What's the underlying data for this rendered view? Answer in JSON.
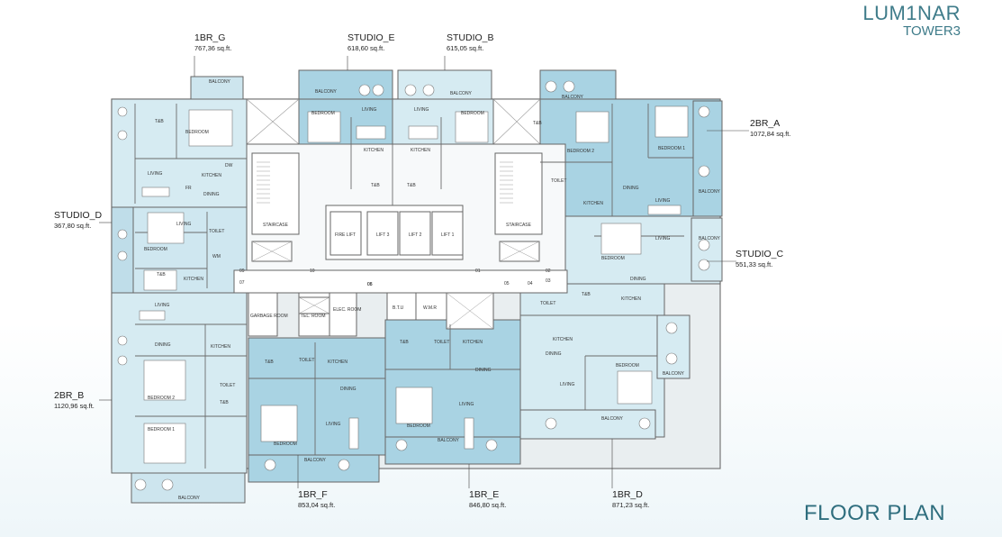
{
  "brand": {
    "line1": "LUM1NAR",
    "line2": "TOWER3"
  },
  "page_title": "FLOOR PLAN",
  "units": [
    {
      "name": "1BR_G",
      "area": "767,36 sq.ft."
    },
    {
      "name": "STUDIO_E",
      "area": "618,60 sq.ft."
    },
    {
      "name": "STUDIO_B",
      "area": "615,05 sq.ft."
    },
    {
      "name": "2BR_A",
      "area": "1072,84 sq.ft."
    },
    {
      "name": "STUDIO_D",
      "area": "367,80 sq.ft."
    },
    {
      "name": "STUDIO_C",
      "area": "551,33 sq.ft."
    },
    {
      "name": "2BR_B",
      "area": "1120,96 sq.ft."
    },
    {
      "name": "1BR_F",
      "area": "853,04 sq.ft."
    },
    {
      "name": "1BR_E",
      "area": "846,80 sq.ft."
    },
    {
      "name": "1BR_D",
      "area": "871,23 sq.ft."
    }
  ],
  "core": {
    "lifts": [
      "FIRE LIFT",
      "LIFT 3",
      "LIFT 2",
      "LIFT 1"
    ],
    "staircase": "STAIRCASE",
    "service_rooms": [
      "GARBAGE ROOM",
      "TEL. ROOM",
      "ELEC. ROOM",
      "B.T.U",
      "W.M.R"
    ],
    "door_numbers": [
      "10",
      "09",
      "08",
      "07",
      "06",
      "05",
      "04",
      "03",
      "02",
      "01"
    ]
  },
  "room_labels": {
    "balcony": "BALCONY",
    "bedroom": "BEDROOM",
    "bedroom1": "BEDROOM 1",
    "bedroom2": "BEDROOM 2",
    "living": "LIVING",
    "kitchen": "KITCHEN",
    "dining": "DINING",
    "tb": "T&B",
    "toilet": "TOILET",
    "wm": "WM",
    "fr": "FR",
    "dw": "DW"
  },
  "colors": {
    "unit_fill": "#a9d3e3",
    "light_fill": "#d6ebf2",
    "core_fill": "#ffffff",
    "wall": "#6b6b6b",
    "brand": "#3f7c8a"
  }
}
